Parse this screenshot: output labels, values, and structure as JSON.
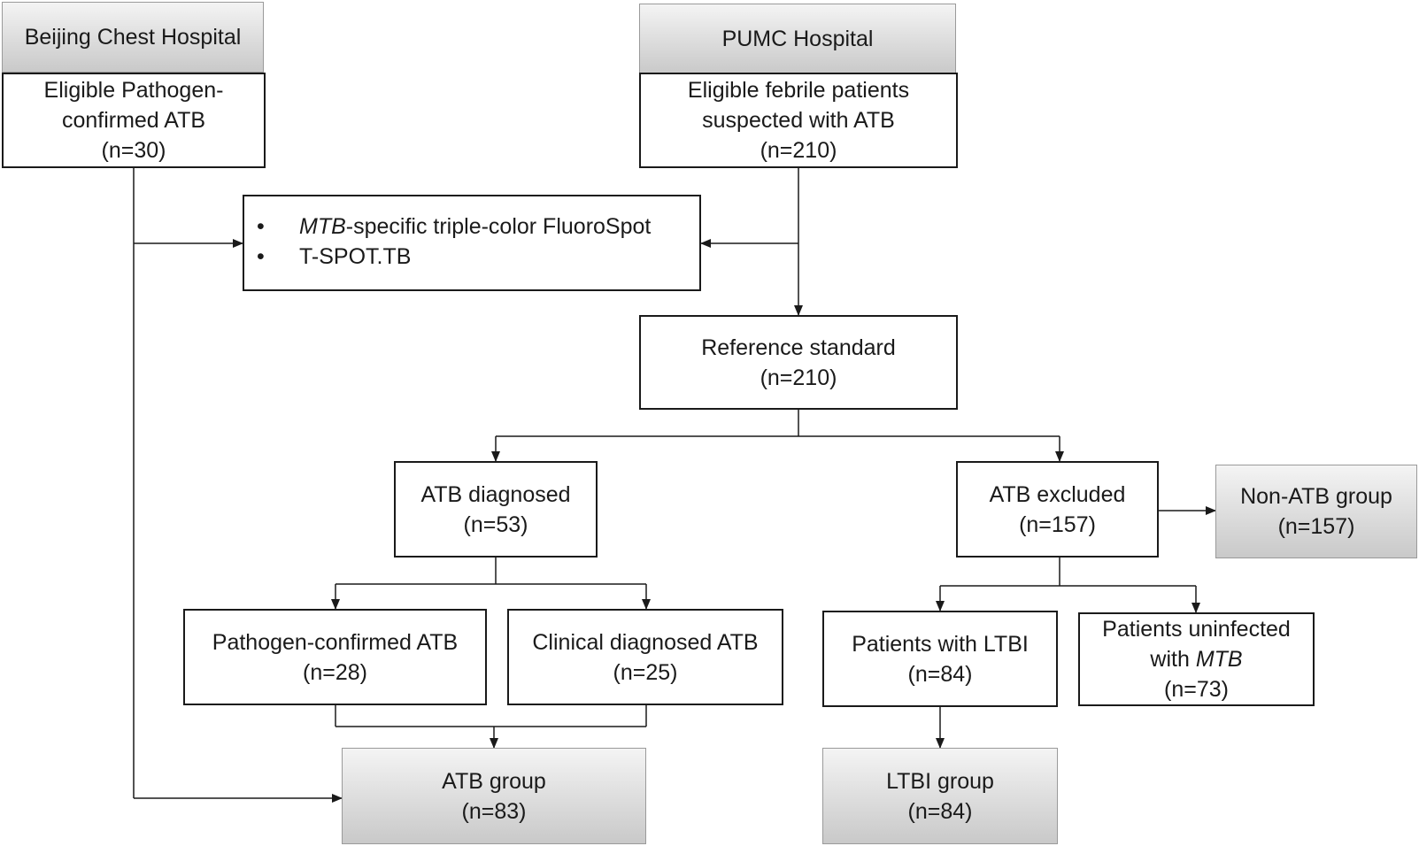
{
  "nodes": {
    "beijing_header": {
      "lines": [
        "Beijing Chest Hospital"
      ]
    },
    "beijing_eligible": {
      "lines": [
        "Eligible Pathogen-",
        "confirmed ATB",
        "(n=30)"
      ]
    },
    "pumc_header": {
      "lines": [
        "PUMC Hospital"
      ]
    },
    "pumc_eligible": {
      "lines": [
        "Eligible febrile patients",
        "suspected with ATB",
        "(n=210)"
      ]
    },
    "tests": {
      "bullet": "•",
      "item1_italic": "MTB",
      "item1_rest": "-specific triple-color FluoroSpot",
      "item2": "T-SPOT.TB"
    },
    "reference": {
      "lines": [
        "Reference standard",
        "(n=210)"
      ]
    },
    "atb_diagnosed": {
      "lines": [
        "ATB diagnosed",
        "(n=53)"
      ]
    },
    "atb_excluded": {
      "lines": [
        "ATB excluded",
        "(n=157)"
      ]
    },
    "non_atb_group": {
      "lines": [
        "Non-ATB group",
        "(n=157)"
      ]
    },
    "pathogen_confirmed": {
      "lines": [
        "Pathogen-confirmed ATB",
        "(n=28)"
      ]
    },
    "clinical_diagnosed": {
      "lines": [
        "Clinical diagnosed ATB",
        "(n=25)"
      ]
    },
    "ltbi_patients": {
      "lines": [
        "Patients with LTBI",
        "(n=84)"
      ]
    },
    "uninfected": {
      "line1": "Patients uninfected",
      "line2_prefix": "with ",
      "line2_italic": "MTB",
      "line3": "(n=73)"
    },
    "atb_group": {
      "lines": [
        "ATB group",
        "(n=83)"
      ]
    },
    "ltbi_group": {
      "lines": [
        "LTBI group",
        "(n=84)"
      ]
    }
  },
  "colors": {
    "line": "#1a1a1a",
    "gray_box_top": "#f4f4f4",
    "gray_box_bottom": "#c9c9c9"
  }
}
